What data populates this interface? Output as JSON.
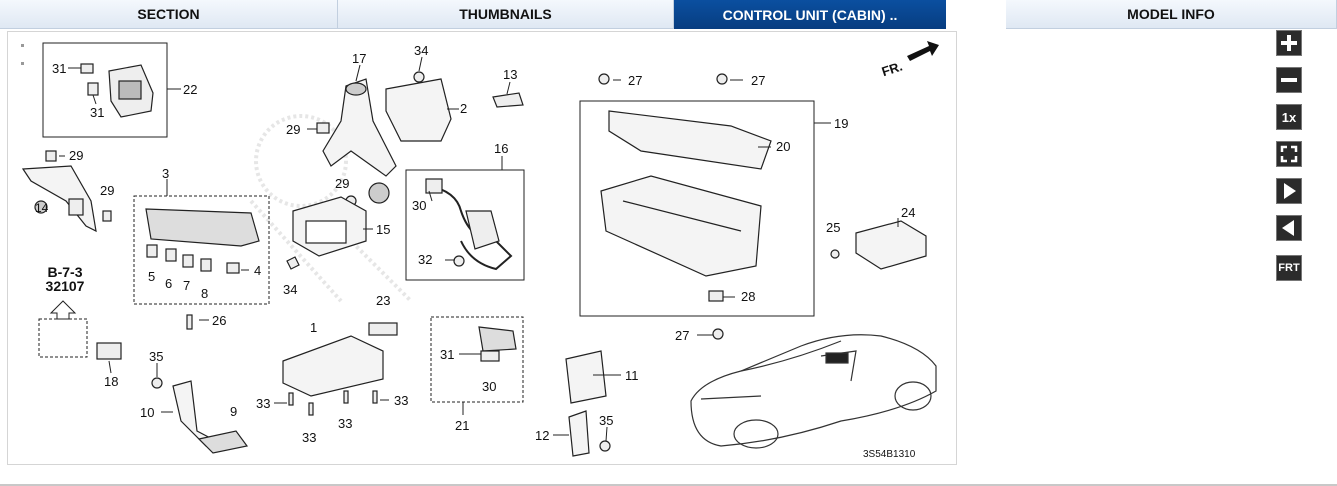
{
  "tabs": [
    {
      "label": "SECTION"
    },
    {
      "label": "THUMBNAILS"
    },
    {
      "label": "CONTROL UNIT (CABIN) .."
    },
    {
      "label": "MODEL INFO"
    }
  ],
  "diagram": {
    "code": "3S54B1310",
    "direction_label": "FR.",
    "reference": {
      "line1": "B-7-3",
      "line2": "32107"
    },
    "callouts": [
      "31",
      "22",
      "31",
      "17",
      "34",
      "13",
      "27",
      "27",
      "29",
      "2",
      "29",
      "29",
      "14",
      "16",
      "19",
      "20",
      "3",
      "29",
      "15",
      "30",
      "24",
      "25",
      "5",
      "6",
      "7",
      "8",
      "4",
      "32",
      "34",
      "28",
      "23",
      "26",
      "1",
      "27",
      "31",
      "30",
      "35",
      "18",
      "11",
      "10",
      "9",
      "33",
      "33",
      "33",
      "33",
      "21",
      "35",
      "12"
    ]
  },
  "toolbar": {
    "zoom_in": "+",
    "zoom_out": "−",
    "actual_size": "1x",
    "fit": "fit",
    "next": "next",
    "previous": "previous",
    "front": "FRT"
  },
  "colors": {
    "active_tab": "#0b4fa0",
    "tab_light": "#e4ecf5",
    "tool_bg": "#2b2b2b"
  }
}
